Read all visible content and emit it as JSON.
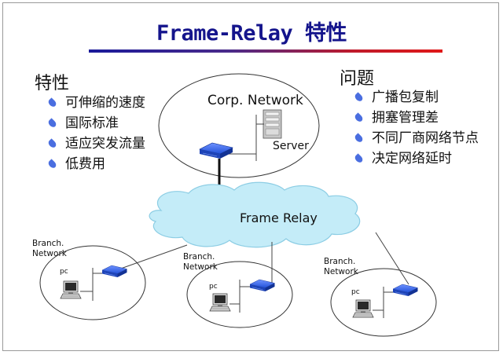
{
  "title": "Frame-Relay 特性",
  "features": {
    "heading": "特性",
    "items": [
      "可伸缩的速度",
      "国际标准",
      "适应突发流量",
      "低费用"
    ]
  },
  "issues": {
    "heading": "问题",
    "items": [
      "广播包复制",
      "拥塞管理差",
      "不同厂商网络节点",
      "决定网络延时"
    ]
  },
  "diagram": {
    "corp_label": "Corp. Network",
    "server_label": "Server",
    "cloud_label": "Frame Relay",
    "branches": [
      {
        "label_line1": "Branch.",
        "label_line2": "Network",
        "pc_label": "pc"
      },
      {
        "label_line1": "Branch.",
        "label_line2": "Network",
        "pc_label": "pc"
      },
      {
        "label_line1": "Branch.",
        "label_line2": "Network",
        "pc_label": "pc"
      }
    ]
  },
  "colors": {
    "title": "#14148c",
    "bullet": "#4a6ee0",
    "cloud_fill": "#c4ecf8",
    "cloud_edge": "#8ccde4",
    "router": "#1f4fd8"
  }
}
